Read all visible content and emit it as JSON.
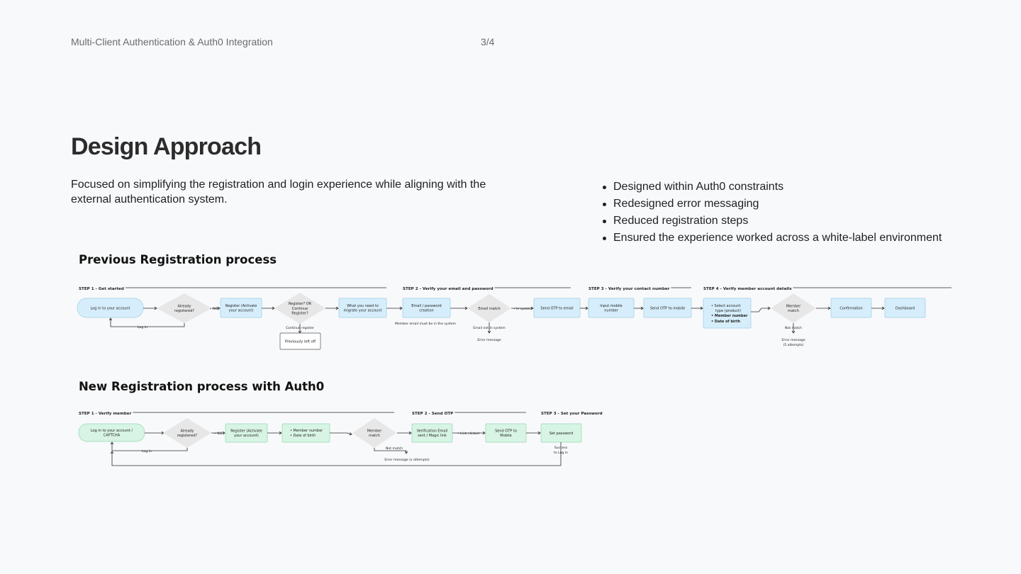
{
  "header": {
    "title": "Multi-Client Authentication & Auth0 Integration",
    "page": "3/4"
  },
  "main": {
    "title": "Design Approach",
    "intro": "Focused on simplifying the registration and login experience while aligning with the external authentication system.",
    "bullets": [
      "Designed within Auth0 constraints",
      "Redesigned error messaging",
      "Reduced registration steps",
      "Ensured the experience worked across a white-label environment"
    ]
  },
  "colors": {
    "old_flow_node": "#d6eefb",
    "new_flow_node": "#d7f4e4",
    "decision": "#e7e7e7"
  },
  "previous": {
    "title": "Previous Registration process",
    "steps": [
      "STEP 1 - Get started",
      "STEP 2 - Verify your email and password",
      "STEP 3 - Verify your contact number",
      "STEP 4 - Verify member account details"
    ],
    "start": [
      "Log in to your account"
    ],
    "d_registered": [
      "Already",
      "registered?"
    ],
    "register": [
      "Register (Activate",
      "your account)"
    ],
    "d_continue": [
      "Register? OR",
      "Continue",
      "Register?"
    ],
    "migrate": [
      "What you need to",
      "migrate your account"
    ],
    "email_pw": [
      "Email / password",
      "creation"
    ],
    "d_email": [
      "Email match"
    ],
    "send_otp_email": [
      "Send OTP to email"
    ],
    "input_mobile": [
      "Input mobile",
      "number"
    ],
    "send_otp_mobile": [
      "Send OTP to mobile"
    ],
    "select_account": [
      "Select account",
      "type (product)",
      "Member number",
      "Date of birth"
    ],
    "d_member": [
      "Member",
      "match"
    ],
    "confirmation": [
      "Confirmation"
    ],
    "dashboard": [
      "Dashboard"
    ],
    "previously_left_off": [
      "Previously left off"
    ],
    "labels": {
      "no": "NO",
      "log_in": "Log in",
      "continue_register": "Continue register",
      "member_email_note": "Member email must be in the system",
      "in_system": "In system",
      "email_not_in_system": "Email not in system",
      "error_message": "Error message",
      "not_match": "Not match",
      "error_attempts": [
        "Error message",
        "(5 attempts)"
      ]
    }
  },
  "new_flow": {
    "title": "New Registration process with Auth0",
    "steps": [
      "STEP 1 - Verify member",
      "STEP 2 - Send OTP",
      "STEP 3 - Set your Password"
    ],
    "start": [
      "Log in to your account /",
      "CAPTCHA"
    ],
    "d_registered": [
      "Already",
      "registered?"
    ],
    "register": [
      "Register (Activate",
      "your account)"
    ],
    "member_fields": [
      "Member number",
      "Date of birth"
    ],
    "d_member": [
      "Member",
      "match"
    ],
    "verification_email": [
      "Verification Email",
      "sent / Magic link"
    ],
    "send_otp_mobile": [
      "Send OTP to",
      "Mobile"
    ],
    "set_password": [
      "Set password"
    ],
    "labels": {
      "no": "NO",
      "log_in": "Log in",
      "not_match": "Not match",
      "link_clicked": "Link clicked",
      "error_attempts": "Error message (x attempts)",
      "success": [
        "Success",
        "to Log in"
      ]
    }
  }
}
